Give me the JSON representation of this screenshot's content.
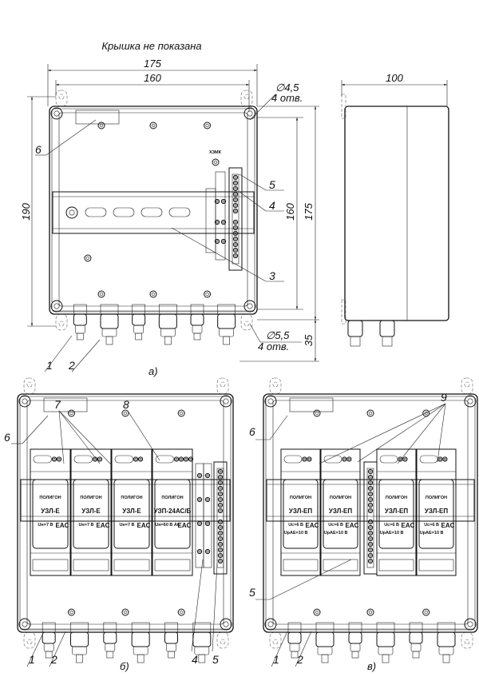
{
  "title": "Крышка не показана",
  "view_a": {
    "caption": "а)",
    "dims": {
      "width_outer": "175",
      "width_holes": "160",
      "height_outer": "190",
      "height_holes": "160",
      "height_body": "175",
      "gland_height": "35",
      "depth": "100"
    },
    "hole_top": {
      "diameter": "∅4,5",
      "count": "4 отв."
    },
    "hole_bottom": {
      "diameter": "∅5,5",
      "count": "4 отв."
    },
    "callouts": [
      "1",
      "2",
      "3",
      "4",
      "5",
      "6"
    ],
    "ground_mark": "ХЗМК"
  },
  "view_b": {
    "caption": "б)",
    "callouts": [
      "1",
      "2",
      "4",
      "5",
      "6",
      "7",
      "8"
    ],
    "modules": [
      {
        "name": "УЗЛ-Е",
        "rating": "Uн=7 В"
      },
      {
        "name": "УЗЛ-Е",
        "rating": "Uн=7 В"
      },
      {
        "name": "УЗЛ-Е",
        "rating": "Uн=7 В"
      },
      {
        "name": "УЗП-24АС/Б",
        "rating": "Uн=60 В АС"
      }
    ]
  },
  "view_c": {
    "caption": "в)",
    "callouts": [
      "1",
      "2",
      "5",
      "6",
      "9"
    ],
    "modules": [
      {
        "name": "УЗЛ-ЕП",
        "rating": "Uc=6 В",
        "rating2": "UpAE=10 В"
      },
      {
        "name": "УЗЛ-ЕП",
        "rating": "Uc=6 В",
        "rating2": "UpAE=10 В"
      },
      {
        "name": "УЗЛ-ЕП",
        "rating": "Uc=6 В",
        "rating2": "UpAE=10 В"
      },
      {
        "name": "УЗЛ-ЕП",
        "rating": "Uc=6 В",
        "rating2": "UpAE=10 В"
      }
    ]
  },
  "module_common": {
    "brand": "ПОЛИГОН",
    "mark": "EAC"
  }
}
